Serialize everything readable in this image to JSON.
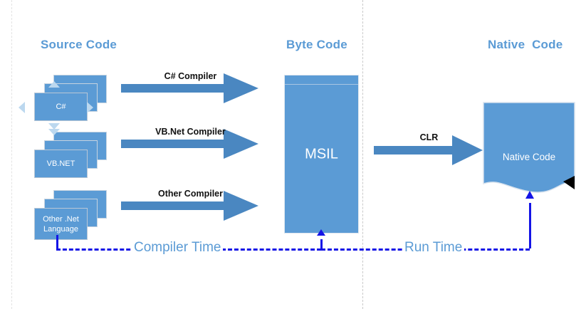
{
  "diagram": {
    "title_source": "Source Code",
    "title_byte": "Byte Code",
    "title_native": "Native  Code",
    "accent_color": "#5B9BD5",
    "dash_color": "#1414E6",
    "heading_color": "#5B9BD5",
    "guide_color": "#c9c9c9"
  },
  "sources": [
    {
      "label": "C#"
    },
    {
      "label": "VB.NET"
    },
    {
      "label": "Other .Net\nLanguage"
    }
  ],
  "compilers": [
    {
      "label": "C# Compiler"
    },
    {
      "label": "VB.Net Compiler"
    },
    {
      "label": "Other Compiler"
    }
  ],
  "byte_code": {
    "label": "MSIL"
  },
  "runtime_arrow": {
    "label": "CLR"
  },
  "native": {
    "label": "Native Code"
  },
  "timeline": {
    "compiler_time": "Compiler Time",
    "run_time": "Run Time"
  }
}
